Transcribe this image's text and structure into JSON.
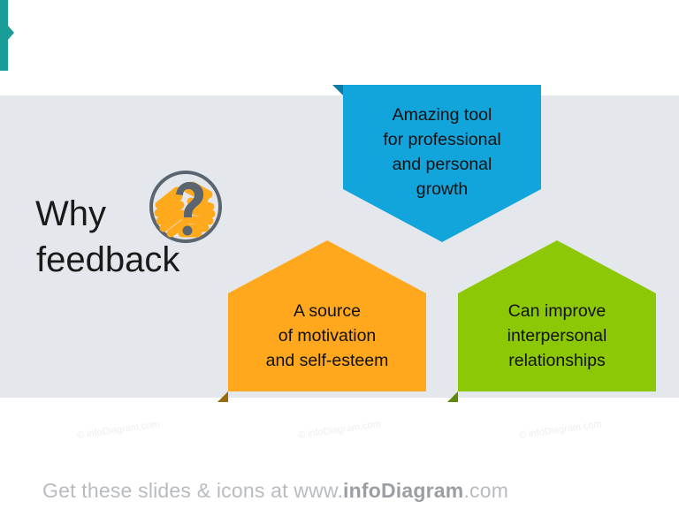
{
  "slide": {
    "background_color": "#ffffff",
    "panel_color": "#e4e7eb",
    "accent_color": "#1a9c97"
  },
  "title": {
    "line1": "Why",
    "line2": "feedback",
    "icon_name": "question-mark-circle-icon",
    "icon_colors": {
      "ring": "#5a6570",
      "scribble": "#ffaa1d",
      "mark": "#5a6570"
    }
  },
  "shapes": [
    {
      "id": "blue-banner",
      "name": "amazing-tool-banner",
      "direction": "down",
      "fill": "#12a5dc",
      "shadow": "#0d7ba6",
      "text": "Amazing tool\nfor professional\nand personal\ngrowth"
    },
    {
      "id": "orange-house",
      "name": "source-of-motivation-shape",
      "direction": "up",
      "fill": "#ffa81e",
      "shadow": "#9a6a07",
      "text": "A source\nof motivation\nand self-esteem"
    },
    {
      "id": "green-house",
      "name": "interpersonal-relationships-shape",
      "direction": "up",
      "fill": "#8dc806",
      "shadow": "#5f8a05",
      "text": "Can improve\ninterpersonal\nrelationships"
    }
  ],
  "watermarks": [
    "© infoDiagram.com",
    "© infoDiagram.com",
    "© infoDiagram.com"
  ],
  "footer": {
    "prefix": "Get these slides & icons at www.",
    "brand": "infoDiagram",
    "suffix": ".com"
  }
}
